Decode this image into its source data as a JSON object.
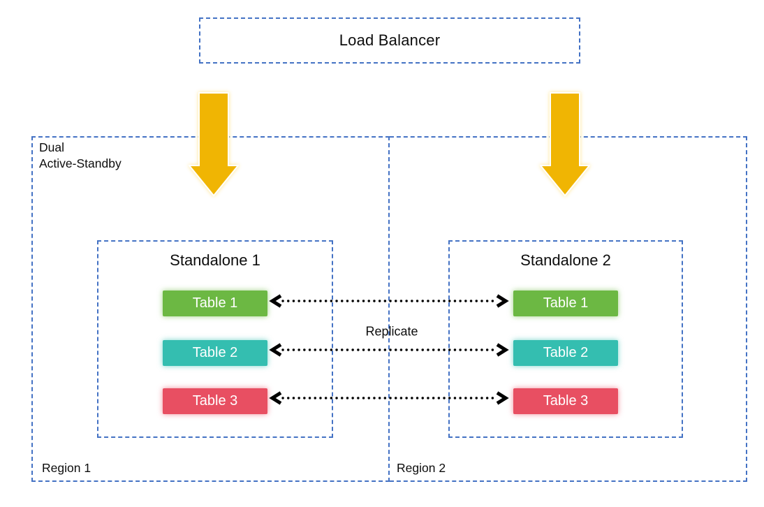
{
  "colors": {
    "dashed_border_blue": "#4472C4",
    "flow_arrow_gold": "#F0B503",
    "table_1_green": "#6CB843",
    "table_2_teal": "#34BEB0",
    "table_3_red": "#E84F62",
    "replication_arrow_black": "#000000",
    "chip_text_white": "#FFFFFF"
  },
  "icons": {
    "flow_arrow": "down-arrow-icon",
    "replication_arrow": "dotted-double-headed-arrow-icon"
  },
  "load_balancer": {
    "label": "Load Balancer"
  },
  "deployment": {
    "type_label_line1": "Dual",
    "type_label_line2": "Active-Standby"
  },
  "replication": {
    "label": "Replicate"
  },
  "region1": {
    "name_label": "Region 1",
    "standalone": {
      "title": "Standalone 1",
      "tables": [
        {
          "label": "Table 1"
        },
        {
          "label": "Table 2"
        },
        {
          "label": "Table 3"
        }
      ]
    }
  },
  "region2": {
    "name_label": "Region 2",
    "standalone": {
      "title": "Standalone 2",
      "tables": [
        {
          "label": "Table 1"
        },
        {
          "label": "Table 2"
        },
        {
          "label": "Table 3"
        }
      ]
    }
  }
}
